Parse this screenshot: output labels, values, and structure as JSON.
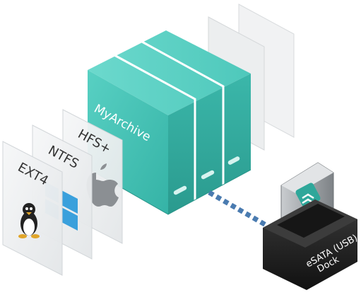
{
  "cube_label": "MyArchive",
  "filesystems": [
    {
      "label": "EXT4",
      "icon": "linux-tux-icon"
    },
    {
      "label": "NTFS",
      "icon": "windows-logo-icon"
    },
    {
      "label": "HFS+",
      "icon": "apple-logo-icon"
    }
  ],
  "dock_label_line1": "eSATA (USB)",
  "dock_label_line2": "Dock",
  "colors": {
    "teal_front": "#41c4b7",
    "teal_top": "#5ed3c6",
    "teal_side": "#2fa79a",
    "panel": "#eef0f1",
    "dashed_link": "#4a7bb0",
    "dock_body": "#1e1e1e",
    "dock_badge": "#2fa79a"
  }
}
